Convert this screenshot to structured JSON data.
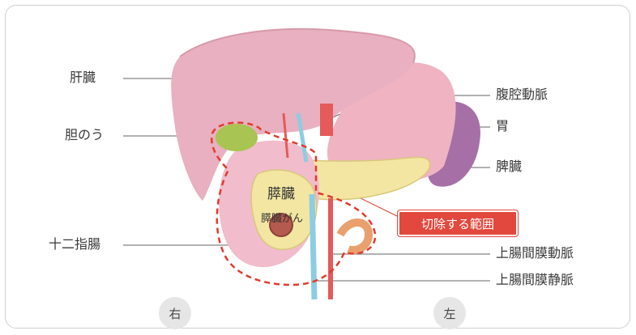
{
  "labels": {
    "liver": "肝臓",
    "gallbladder": "胆のう",
    "duodenum": "十二指腸",
    "celiac_artery": "腹腔動脈",
    "stomach": "胃",
    "spleen": "脾臓",
    "sma": "上腸間膜動脈",
    "smv": "上腸間膜静脈"
  },
  "organ_text": {
    "pancreas": "膵臓",
    "pancreatic_cancer": "膵臓がん"
  },
  "callout": "切除する範囲",
  "orientation": {
    "right": "右",
    "left": "左"
  },
  "colors": {
    "liver": "#e8b0c0",
    "stomach": "#efb3c2",
    "spleen": "#a66fa6",
    "pancreas": "#f3e6a2",
    "gallbladder": "#a8c452",
    "duodenum": "#f1bccb",
    "artery": "#e55a5a",
    "vein": "#8ccde3",
    "resection": "#e23b2e"
  }
}
